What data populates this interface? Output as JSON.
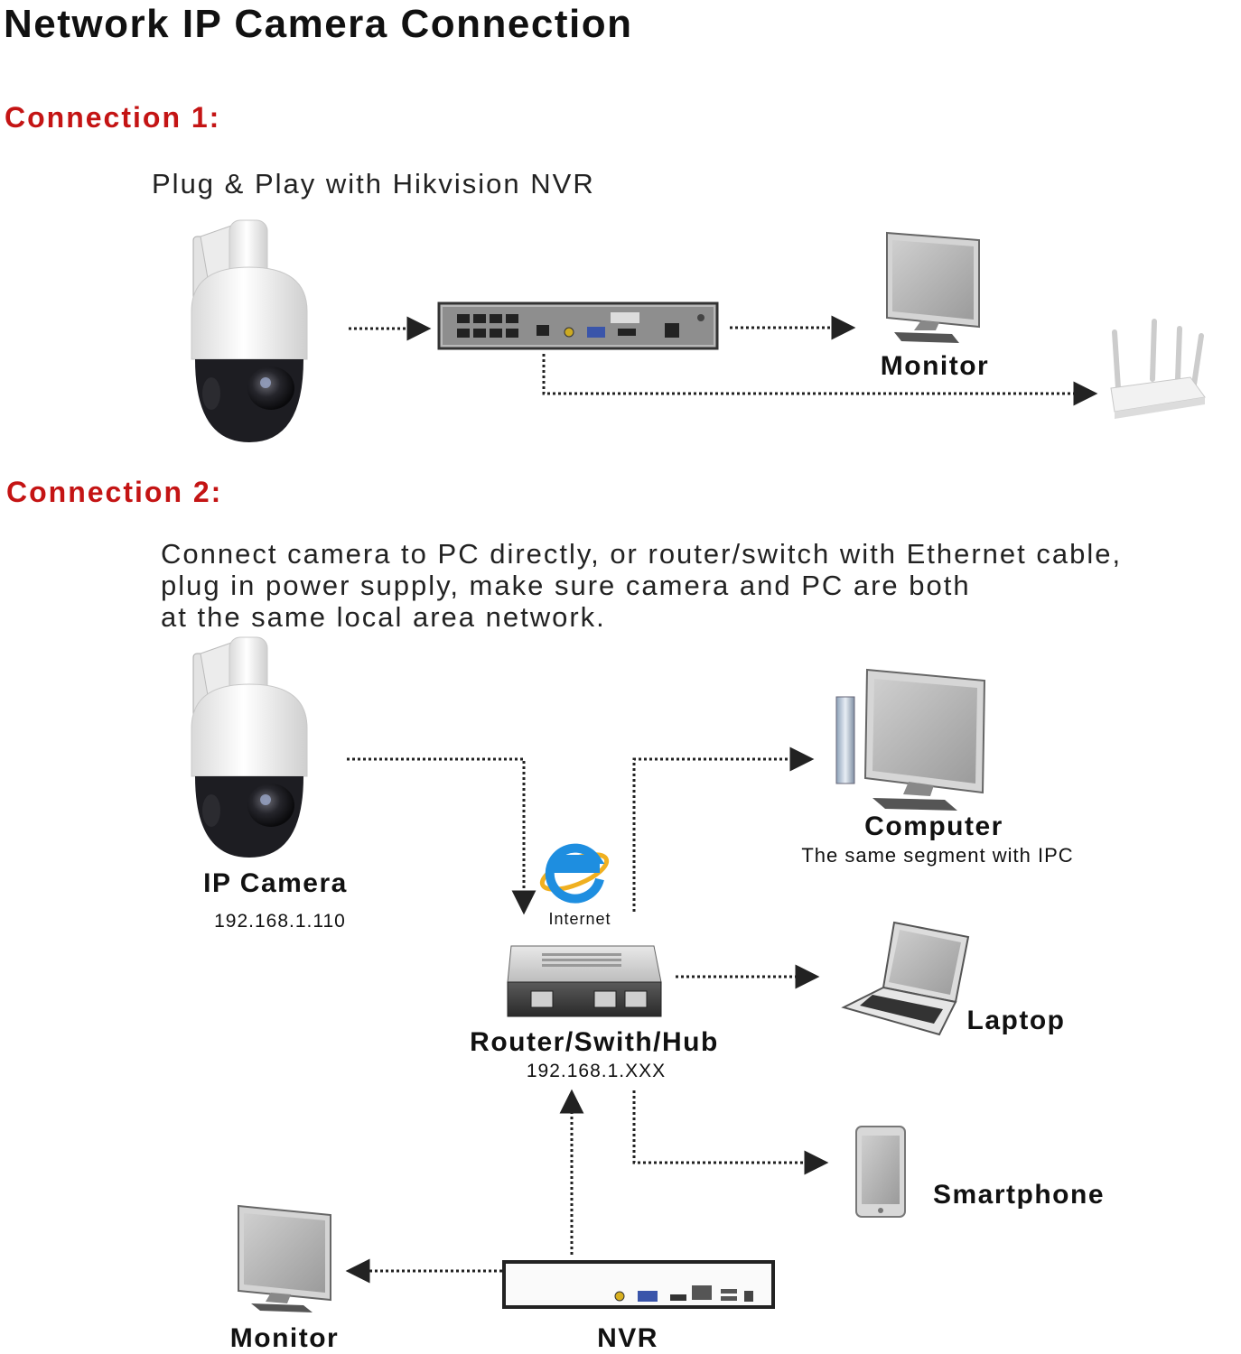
{
  "title": "Network IP Camera Connection",
  "connection1": {
    "heading": "Connection 1:",
    "subtitle": "Plug & Play with Hikvision NVR",
    "monitor_label": "Monitor"
  },
  "connection2": {
    "heading": "Connection 2:",
    "description": [
      "Connect camera to PC directly, or router/switch with Ethernet cable,",
      "plug in power supply, make sure camera and PC are both",
      "at the same local area network."
    ],
    "camera_label": "IP Camera",
    "camera_ip": "192.168.1.110",
    "internet_label": "Internet",
    "router_label": "Router/Swith/Hub",
    "router_ip": "192.168.1.XXX",
    "computer_label": "Computer",
    "computer_note": "The same segment with IPC",
    "laptop_label": "Laptop",
    "smartphone_label": "Smartphone",
    "monitor_label": "Monitor",
    "nvr_label": "NVR"
  },
  "colors": {
    "heading_red": "#c41414",
    "text": "#111111",
    "connector": "#222222"
  }
}
